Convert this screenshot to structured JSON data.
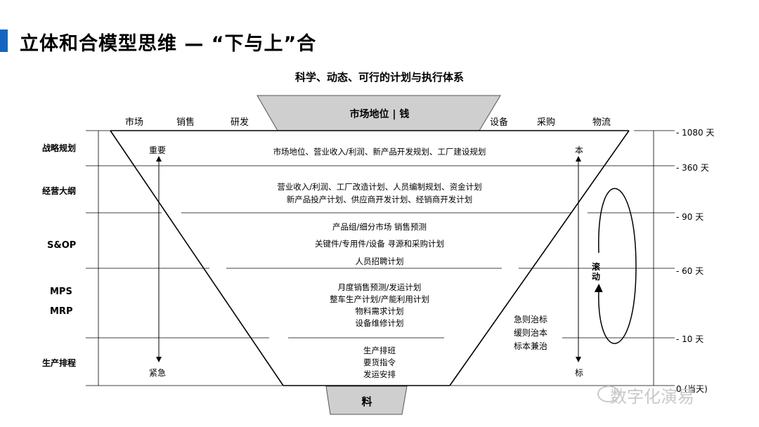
{
  "header": {
    "title": "立体和合模型思维 — “下与上”合",
    "subtitle": "科学、动态、可行的计划与执行体系"
  },
  "top_box": {
    "label": "市场地位 | 钱"
  },
  "bottom_box": {
    "label": "料"
  },
  "departments": [
    "市场",
    "销售",
    "研发",
    "设备",
    "采购",
    "物流"
  ],
  "stages": [
    "战略规划",
    "经营大纲",
    "S&OP",
    "MPS",
    "MRP",
    "生产排程"
  ],
  "horizons": [
    "- 1080 天",
    "- 360 天",
    "- 90 天",
    "- 60 天",
    "- 10 天",
    "0 (当天)"
  ],
  "plans": {
    "strategic": "市场地位、营业收入/利润、新产品开发规划、工厂建设规划",
    "operating_1": "营业收入/利润、工厂改造计划、人员编制规划、资金计划",
    "operating_2": "新产品投产计划、供应商开发计划、经销商开发计划",
    "sop_1": "产品组/细分市场 销售预测",
    "sop_2": "关键件/专用件/设备 寻源和采购计划",
    "sop_3": "人员招聘计划",
    "mps_1": "月度销售预测/发运计划",
    "mps_2": "整车生产计划/产能利用计划",
    "mps_3": "物料需求计划",
    "mps_4": "设备维修计划",
    "sched_1": "生产排班",
    "sched_2": "要货指令",
    "sched_3": "发运安排"
  },
  "left_axis": {
    "top": "重要",
    "bottom": "紧急"
  },
  "right_axis": {
    "top": "本",
    "bottom": "标"
  },
  "rolling_label": {
    "line1": "滚",
    "line2": "动"
  },
  "guidance": [
    "急则治标",
    "缓则治本",
    "标本兼治"
  ],
  "watermark": {
    "text": "数字化演易"
  }
}
